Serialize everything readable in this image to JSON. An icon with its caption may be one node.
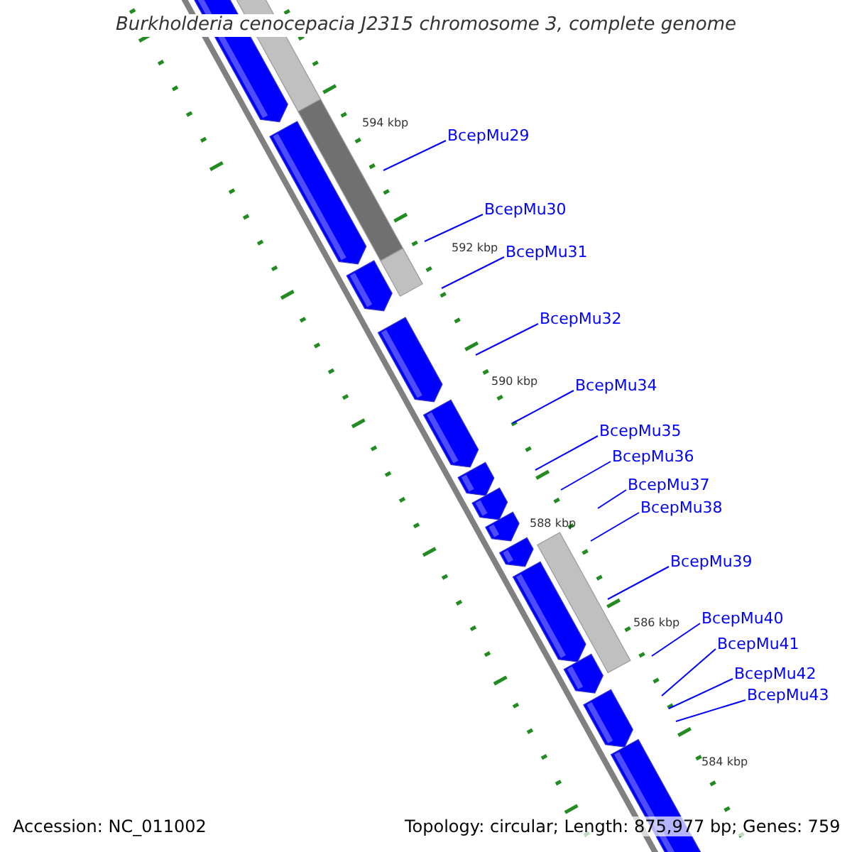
{
  "diagram": {
    "title": "Burkholderia cenocepacia J2315 chromosome 3, complete genome",
    "nodes": [
      {
        "text": [
          "BcepMu29"
        ]
      },
      {
        "text": [
          "BcepMu30"
        ]
      },
      {
        "text": [
          "BcepMu31"
        ]
      },
      {
        "text": [
          "BcepMu32"
        ]
      },
      {
        "text": [
          "BcepMu34"
        ]
      },
      {
        "text": [
          "BcepMu35"
        ]
      },
      {
        "text": [
          "BcepMu36"
        ]
      },
      {
        "text": [
          "BcepMu37"
        ]
      },
      {
        "text": [
          "BcepMu38"
        ]
      },
      {
        "text": [
          "BcepMu39"
        ]
      },
      {
        "text": [
          "BcepMu40"
        ]
      },
      {
        "text": [
          "BcepMu41"
        ]
      },
      {
        "text": [
          "BcepMu42"
        ]
      },
      {
        "text": [
          "BcepMu43"
        ]
      }
    ],
    "edges": [
      {
        "from": 0,
        "to": null,
        "arrow": "none"
      },
      {
        "from": 1,
        "to": null,
        "arrow": "none"
      },
      {
        "from": 2,
        "to": null,
        "arrow": "none"
      },
      {
        "from": 3,
        "to": null,
        "arrow": "none"
      },
      {
        "from": 4,
        "to": null,
        "arrow": "none"
      },
      {
        "from": 5,
        "to": null,
        "arrow": "none"
      },
      {
        "from": 6,
        "to": null,
        "arrow": "none"
      },
      {
        "from": 7,
        "to": null,
        "arrow": "none"
      },
      {
        "from": 8,
        "to": null,
        "arrow": "none"
      },
      {
        "from": 9,
        "to": null,
        "arrow": "none"
      },
      {
        "from": 10,
        "to": null,
        "arrow": "none"
      },
      {
        "from": 11,
        "to": null,
        "arrow": "none"
      },
      {
        "from": 12,
        "to": null,
        "arrow": "none"
      },
      {
        "from": 13,
        "to": null,
        "arrow": "none"
      }
    ],
    "labels": [
      "594 kbp",
      "592 kbp",
      "590 kbp",
      "588 kbp",
      "586 kbp",
      "584 kbp",
      "Accession: NC_011002",
      "Topology: circular; Length: 875,977 bp; Genes: 759"
    ]
  }
}
